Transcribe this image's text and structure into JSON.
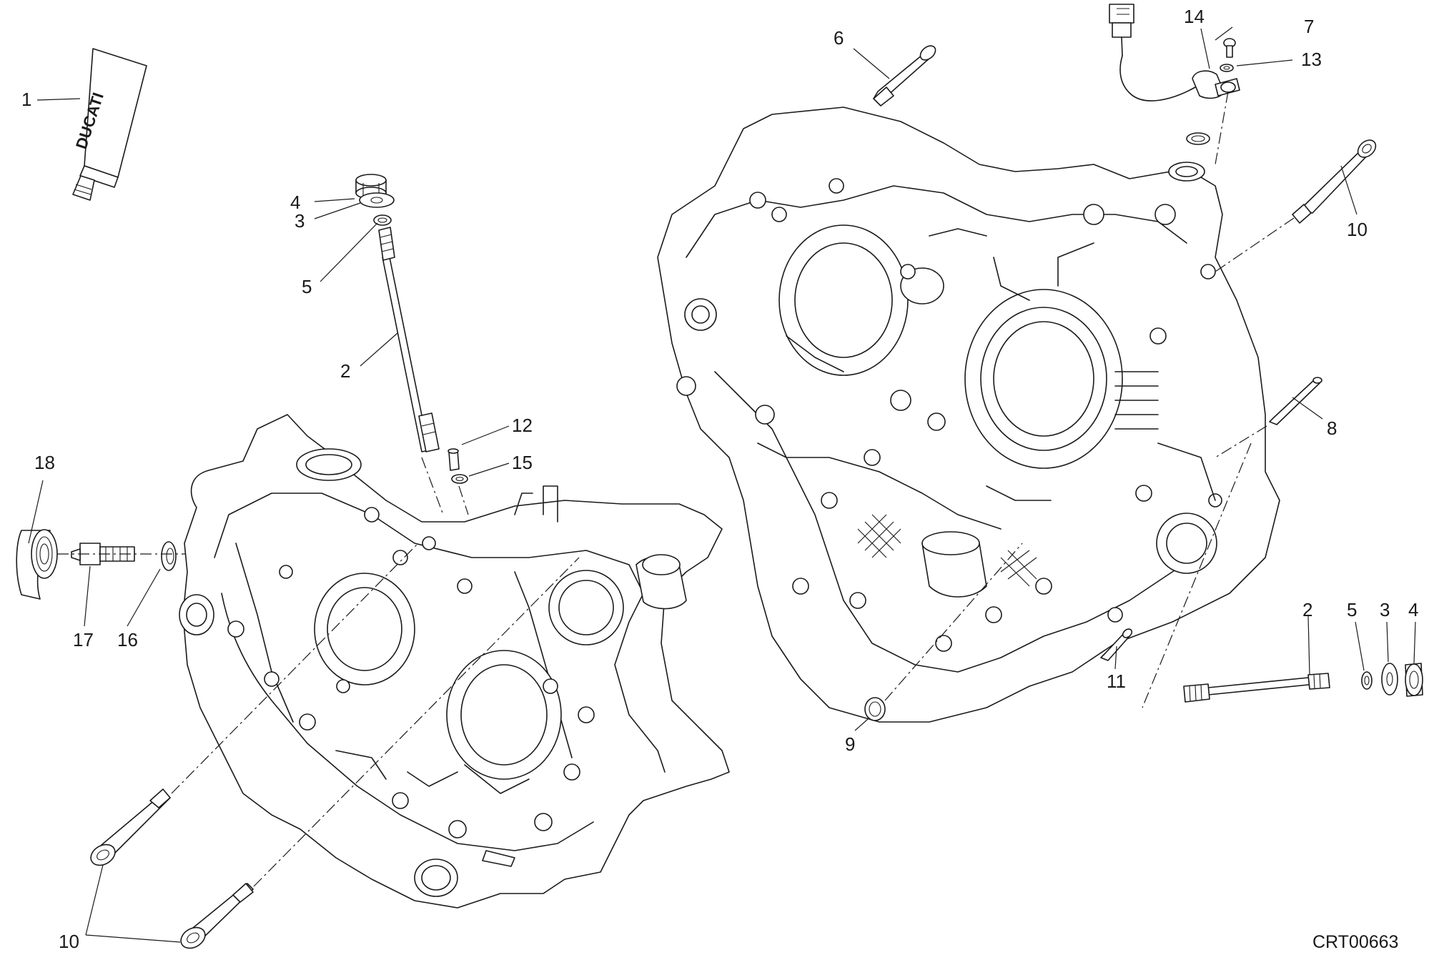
{
  "diagram": {
    "drawing_code": "CRT00663",
    "tube_brand": "DUCATI",
    "callouts": [
      "1",
      "2",
      "3",
      "4",
      "5",
      "6",
      "7",
      "8",
      "9",
      "10",
      "11",
      "12",
      "13",
      "14",
      "15",
      "16",
      "17",
      "18"
    ]
  }
}
